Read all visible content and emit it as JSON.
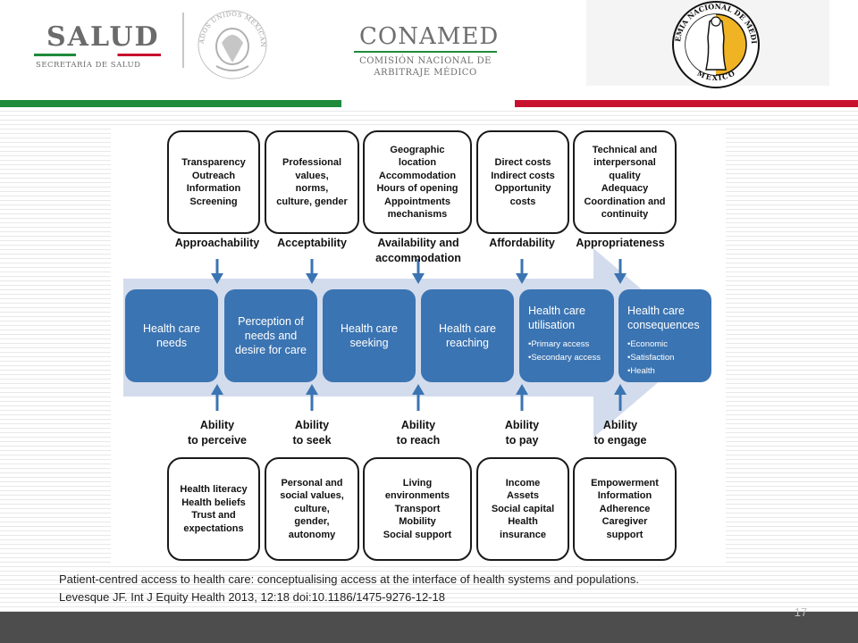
{
  "header": {
    "salud": {
      "title": "SALUD",
      "subtitle": "SECRETARÍA DE SALUD"
    },
    "seal": {
      "text": "ESTADOS UNIDOS MEXICANOS"
    },
    "conamed": {
      "title": "CONAMED",
      "subtitle_line1": "COMISIÓN NACIONAL DE",
      "subtitle_line2": "ARBITRAJE MÉDICO"
    },
    "academia": {
      "text_top": "ACADEMIA NACIONAL DE MEDICINA",
      "text_bottom": "MEXICO"
    }
  },
  "diagram": {
    "top_boxes": [
      [
        "Transparency",
        "Outreach",
        "Information",
        "Screening"
      ],
      [
        "Professional",
        "values,",
        "norms,",
        "culture, gender"
      ],
      [
        "Geographic",
        "location",
        "Accommodation",
        "Hours of opening",
        "Appointments",
        "mechanisms"
      ],
      [
        "Direct costs",
        "Indirect costs",
        "Opportunity",
        "costs"
      ],
      [
        "Technical and",
        "interpersonal",
        "quality",
        "Adequacy",
        "Coordination and",
        "continuity"
      ]
    ],
    "top_dimensions": [
      [
        "Approachability"
      ],
      [
        "Acceptability"
      ],
      [
        "Availability and",
        "accommodation"
      ],
      [
        "Affordability"
      ],
      [
        "Appropriateness"
      ]
    ],
    "stages": [
      {
        "label": [
          "Health care",
          "needs"
        ]
      },
      {
        "label": [
          "Perception of",
          "needs and",
          "desire for care"
        ]
      },
      {
        "label": [
          "Health care",
          "seeking"
        ]
      },
      {
        "label": [
          "Health care",
          "reaching"
        ]
      },
      {
        "label": [
          "Health care",
          "utilisation"
        ],
        "items": [
          "•Primary access",
          "•Secondary access"
        ]
      },
      {
        "label": [
          "Health care",
          "consequences"
        ],
        "items": [
          "•Economic",
          "•Satisfaction",
          "•Health"
        ]
      }
    ],
    "bottom_abilities": [
      [
        "Ability",
        "to perceive"
      ],
      [
        "Ability",
        "to seek"
      ],
      [
        "Ability",
        "to reach"
      ],
      [
        "Ability",
        "to pay"
      ],
      [
        "Ability",
        "to engage"
      ]
    ],
    "bottom_boxes": [
      [
        "Health literacy",
        "Health beliefs",
        "Trust and",
        "expectations"
      ],
      [
        "Personal and",
        "social values,",
        "culture,",
        "gender,",
        "autonomy"
      ],
      [
        "Living",
        "environments",
        "Transport",
        "Mobility",
        "Social support"
      ],
      [
        "Income",
        "Assets",
        "Social capital",
        "Health",
        "insurance"
      ],
      [
        "Empowerment",
        "Information",
        "Adherence",
        "Caregiver",
        "support"
      ]
    ]
  },
  "caption": {
    "line1": "Patient-centred access to health care: conceptualising access at the interface of health systems and populations.",
    "line2": "Levesque JF. Int  J Equity  Health 2013, 12:18 doi:10.1186/1475-9276-12-18"
  },
  "page_number": "17",
  "colors": {
    "stage_blue": "#3b74b2",
    "arrow_light": "#d3dced",
    "flag_green": "#1f8b3b",
    "flag_red": "#c8102e"
  }
}
